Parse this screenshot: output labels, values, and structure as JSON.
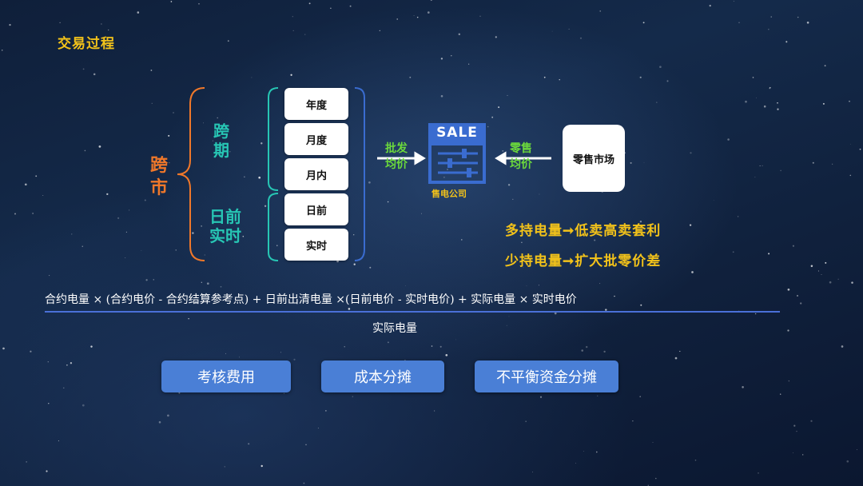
{
  "title": "交易过程",
  "kuashi": {
    "line1": "跨",
    "line2": "市"
  },
  "kuaqi": {
    "line1": "跨",
    "line2": "期"
  },
  "riqian_shishi": {
    "line1": "日前",
    "line2": "实时"
  },
  "boxes": [
    "年度",
    "月度",
    "月内",
    "日前",
    "实时"
  ],
  "wholesale": {
    "line1": "批发",
    "line2": "均价"
  },
  "retail_price": {
    "line1": "零售",
    "line2": "均价"
  },
  "sale_icon_text": "SALE",
  "company_label": "售电公司",
  "retail_market": "零售市场",
  "strategy": [
    "多持电量➞低卖高卖套利",
    "少持电量➞扩大批零价差"
  ],
  "formula": {
    "numerator": "合约电量 × (合约电价 - 合约结算参考点) + 日前出清电量 ×(日前电价 - 实时电价) + 实际电量 × 实时电价",
    "denominator": "实际电量"
  },
  "buttons": [
    "考核费用",
    "成本分摊",
    "不平衡资金分摊"
  ],
  "colors": {
    "accent_orange": "#f0782a",
    "accent_teal": "#27c6b4",
    "accent_yellow": "#f2c21a",
    "accent_green": "#6bd93c",
    "sale_blue": "#3a6cd0",
    "button_blue": "#4a7fd6"
  }
}
